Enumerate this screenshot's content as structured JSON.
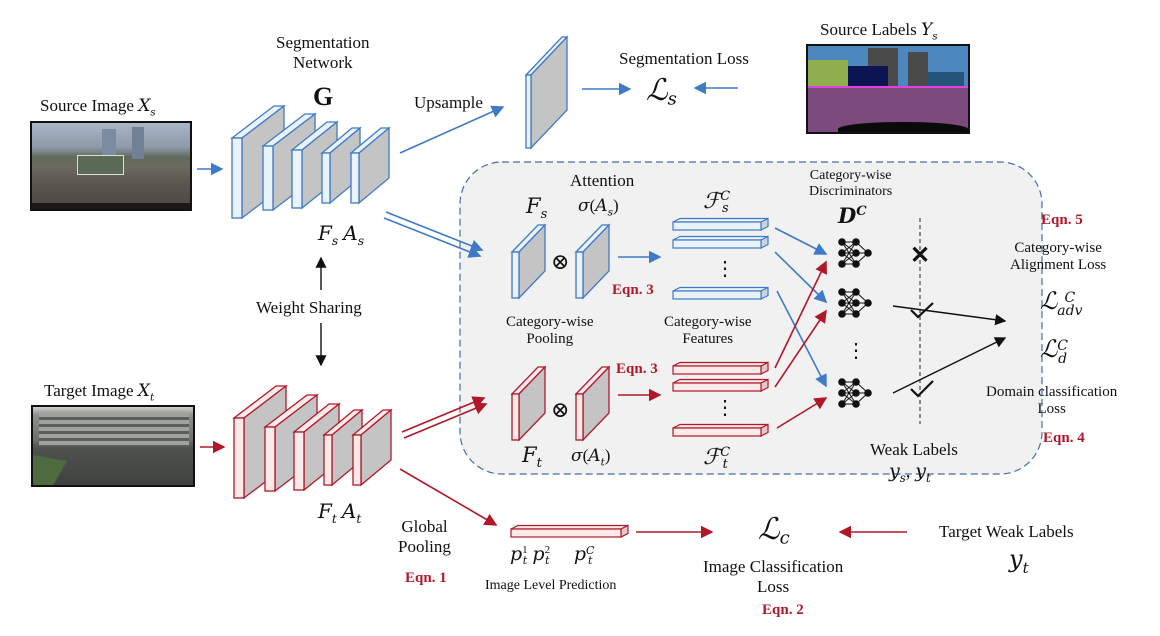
{
  "source": {
    "image_label": "Source Image",
    "image_symbol": "X",
    "image_sub": "s",
    "network_title_line1": "Segmentation",
    "network_title_line2": "Network",
    "network_symbol": "G",
    "feat_F": "F",
    "feat_A": "A",
    "sub": "s",
    "upsample_label": "Upsample",
    "seg_loss_label": "Segmentation Loss",
    "seg_loss_symbol": "ℒ",
    "labels_title": "Source Labels",
    "labels_symbol": "Y"
  },
  "weight_sharing": "Weight Sharing",
  "target": {
    "image_label": "Target Image",
    "image_symbol": "X",
    "image_sub": "t",
    "feat_F": "F",
    "feat_A": "A",
    "sub": "t",
    "global_pooling_line1": "Global",
    "global_pooling_line2": "Pooling",
    "eqn1": "Eqn. 1",
    "pred_p": "p",
    "pred_sup1": "1",
    "pred_sup2": "2",
    "pred_supC": "C",
    "pred_sub": "t",
    "image_level_prediction": "Image Level Prediction",
    "cls_loss_symbol": "ℒ",
    "cls_loss_sub": "c",
    "cls_loss_line1": "Image Classification",
    "cls_loss_line2": "Loss",
    "eqn2": "Eqn. 2",
    "weak_labels_title": "Target Weak Labels",
    "weak_labels_symbol": "y",
    "weak_labels_sub": "t"
  },
  "module": {
    "attention_label": "Attention",
    "sigma": "σ",
    "otimes": "⊗",
    "pool_line1": "Category-wise",
    "pool_line2": "Pooling",
    "eqn3": "Eqn. 3",
    "script_F": "ℱ",
    "sup_C": "C",
    "features_line1": "Category-wise",
    "features_line2": "Features",
    "disc_line1": "Category-wise",
    "disc_line2": "Discriminators",
    "disc_symbol": "D",
    "weak_labels_title": "Weak Labels",
    "weak_labels_symbols": "y",
    "eqn5": "Eqn. 5",
    "align_line1": "Category-wise",
    "align_line2": "Alignment Loss",
    "adv_sub": "adv",
    "d_sub": "d",
    "domain_line1": "Domain classification",
    "domain_line2": "Loss",
    "eqn4": "Eqn. 4",
    "vdots": "⋮",
    "cross_mark": "✕"
  },
  "colors": {
    "source_blue": "#3f7ac6",
    "target_red": "#b0182a",
    "eqn_red": "#b0182a",
    "panel_fill": "#f1f1f1",
    "panel_border": "#4a6aa8",
    "feature_gray": "#c4c4c4"
  }
}
